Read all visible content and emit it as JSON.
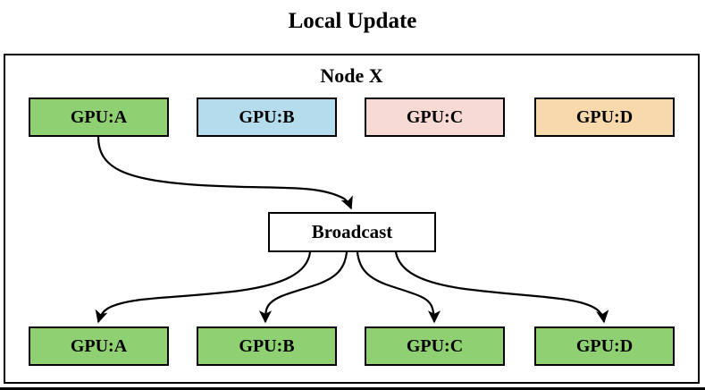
{
  "title": "Local Update",
  "node": {
    "label": "Node X"
  },
  "broadcast": {
    "label": "Broadcast"
  },
  "top_row": [
    {
      "label": "GPU:A",
      "color": "#8fd172"
    },
    {
      "label": "GPU:B",
      "color": "#b4dcec"
    },
    {
      "label": "GPU:C",
      "color": "#f8dad5"
    },
    {
      "label": "GPU:D",
      "color": "#f8d9ab"
    }
  ],
  "bottom_row": [
    {
      "label": "GPU:A",
      "color": "#8fd172"
    },
    {
      "label": "GPU:B",
      "color": "#8fd172"
    },
    {
      "label": "GPU:C",
      "color": "#8fd172"
    },
    {
      "label": "GPU:D",
      "color": "#8fd172"
    }
  ],
  "edges": [
    {
      "from": "GPU:A (top)",
      "to": "Broadcast"
    },
    {
      "from": "Broadcast",
      "to": "GPU:A (bottom)"
    },
    {
      "from": "Broadcast",
      "to": "GPU:B (bottom)"
    },
    {
      "from": "Broadcast",
      "to": "GPU:C (bottom)"
    },
    {
      "from": "Broadcast",
      "to": "GPU:D (bottom)"
    }
  ],
  "colors": {
    "edge": "#000000",
    "border": "#000000",
    "green": "#8fd172",
    "blue": "#b4dcec",
    "pink": "#f8dad5",
    "orange": "#f8d9ab",
    "background": "#ffffff"
  }
}
